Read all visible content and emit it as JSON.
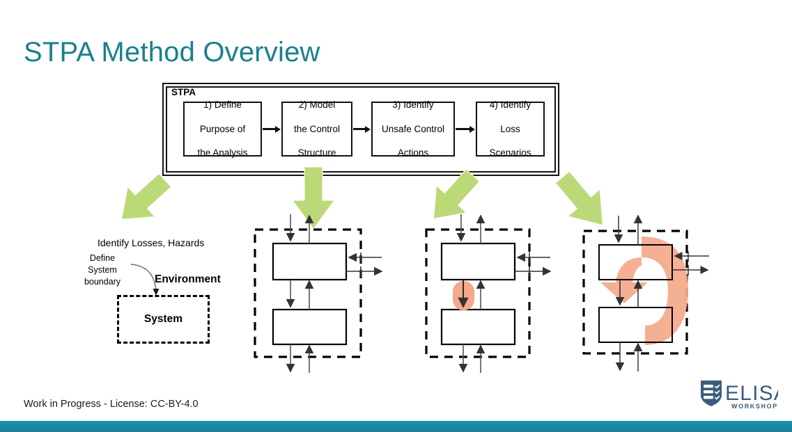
{
  "slide": {
    "title": "STPA Method Overview",
    "accent_color": "#1a7f8e",
    "green_arrow_color": "#bcd977",
    "salmon_color": "#f4a98b",
    "logo_color": "#3b5c7e"
  },
  "stpa": {
    "label": "STPA",
    "steps": [
      {
        "id": "step-1",
        "line1": "1) Define",
        "line2": "Purpose of",
        "line3": "the Analysis"
      },
      {
        "id": "step-2",
        "line1": "2) Model",
        "line2": "the Control",
        "line3": "Structure"
      },
      {
        "id": "step-3",
        "line1": "3) Identify",
        "line2": "Unsafe Control",
        "line3": "Actions"
      },
      {
        "id": "step-4",
        "line1": "4) Identify",
        "line2": "Loss",
        "line3": "Scenarios"
      }
    ]
  },
  "losses_panel": {
    "heading": "Identify Losses, Hazards",
    "annotation_line1": "Define",
    "annotation_line2": "System",
    "annotation_line3": "boundary",
    "environment_label": "Environment",
    "system_label": "System"
  },
  "diagrams": [
    {
      "name": "control-structure-diagram",
      "highlight": "none"
    },
    {
      "name": "unsafe-control-action-diagram",
      "highlight": "oval"
    },
    {
      "name": "loss-scenario-diagram",
      "highlight": "loop-arrow"
    }
  ],
  "footer": {
    "text": "Work in Progress -  License: CC-BY-4.0"
  },
  "logo": {
    "wordmark": "ELISA",
    "subtitle": "WORKSHOPS"
  }
}
